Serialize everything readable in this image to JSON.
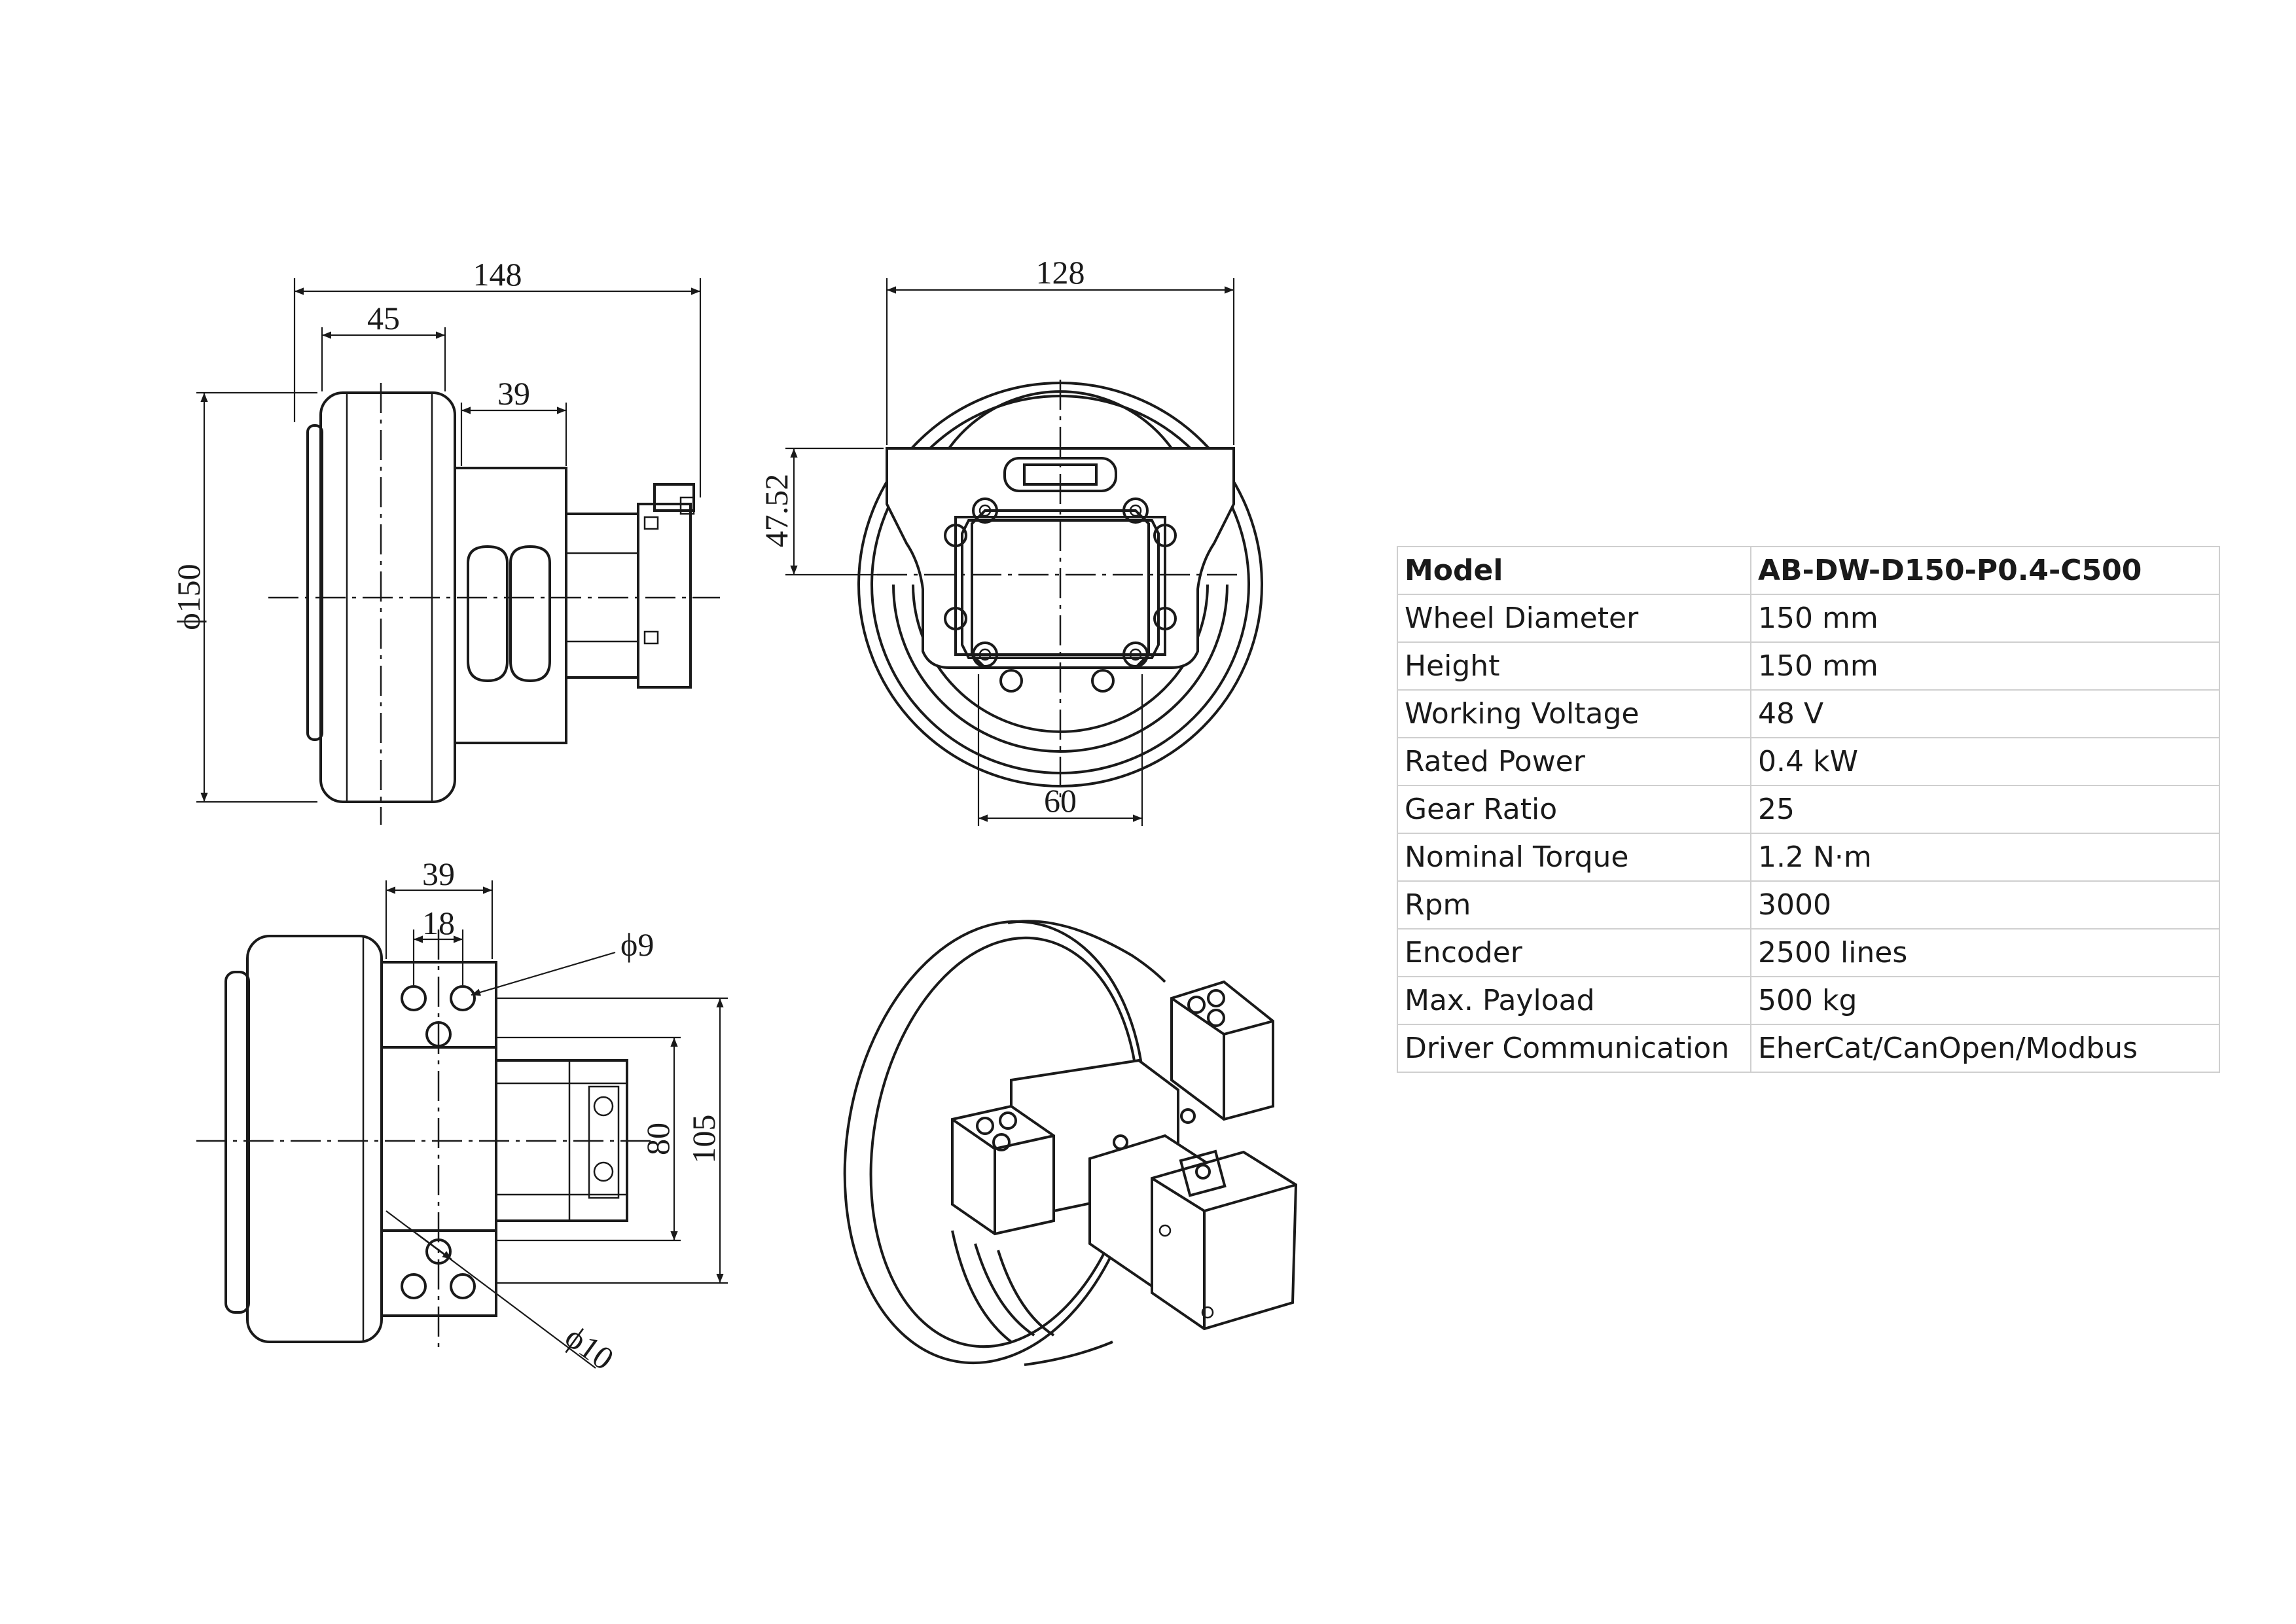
{
  "dimensions": {
    "side_width": "148",
    "side_wheel_width": "45",
    "side_motor_width": "39",
    "side_diameter": "ϕ150",
    "front_width": "128",
    "front_height": "47.52",
    "front_bottom": "60",
    "top_block_width": "39",
    "top_hole_spacing": "18",
    "top_hole_small": "ϕ9",
    "top_height_inner": "80",
    "top_height_outer": "105",
    "top_hole_large": "ϕ10"
  },
  "specs": {
    "header": {
      "label": "Model",
      "value": "AB-DW-D150-P0.4-C500"
    },
    "rows": [
      {
        "label": "Wheel Diameter",
        "value": "150 mm"
      },
      {
        "label": "Height",
        "value": "150 mm"
      },
      {
        "label": "Working Voltage",
        "value": "48 V"
      },
      {
        "label": "Rated Power",
        "value": "0.4 kW"
      },
      {
        "label": "Gear Ratio",
        "value": "25"
      },
      {
        "label": "Nominal Torque",
        "value": "1.2 N·m"
      },
      {
        "label": "Rpm",
        "value": "3000"
      },
      {
        "label": "Encoder",
        "value": "2500 lines"
      },
      {
        "label": "Max. Payload",
        "value": "500 kg"
      },
      {
        "label": "Driver Communication",
        "value": "EherCat/CanOpen/Modbus"
      }
    ]
  }
}
